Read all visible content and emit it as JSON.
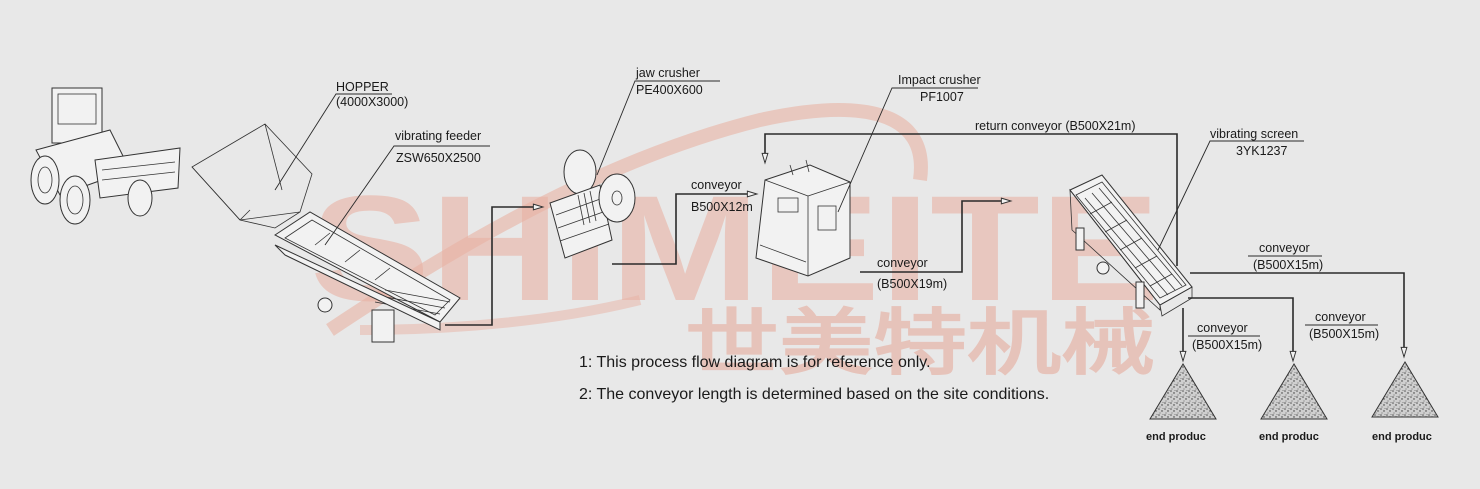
{
  "watermark": {
    "latin": "SHIMEITE",
    "chinese": "世美特机械",
    "color": "#e6a595"
  },
  "equipment": {
    "loader": {
      "name": "wheel loader"
    },
    "hopper": {
      "label": "HOPPER",
      "spec": "(4000X3000)"
    },
    "vibrating_feeder": {
      "label": "vibrating feeder",
      "spec": "ZSW650X2500"
    },
    "jaw_crusher": {
      "label": "jaw crusher",
      "spec": "PE400X600"
    },
    "impact_crusher": {
      "label": "Impact crusher",
      "spec": "PF1007"
    },
    "vibrating_screen": {
      "label": "vibrating screen",
      "spec": "3YK1237"
    }
  },
  "conveyors": {
    "jaw_to_impact": {
      "label": "conveyor",
      "spec": "B500X12m"
    },
    "impact_to_screen": {
      "label": "conveyor",
      "spec": "(B500X19m)"
    },
    "return": {
      "label": "return conveyor (B500X21m)"
    },
    "out_1": {
      "label": "conveyor",
      "spec": "(B500X15m)"
    },
    "out_2": {
      "label": "conveyor",
      "spec": "(B500X15m)"
    },
    "out_3": {
      "label": "conveyor",
      "spec": "(B500X15m)"
    }
  },
  "products": [
    {
      "label": "end produc"
    },
    {
      "label": "end produc"
    },
    {
      "label": "end produc"
    }
  ],
  "notes": [
    "1: This process flow diagram is for reference only.",
    "2: The conveyor length is determined based on the site conditions."
  ]
}
